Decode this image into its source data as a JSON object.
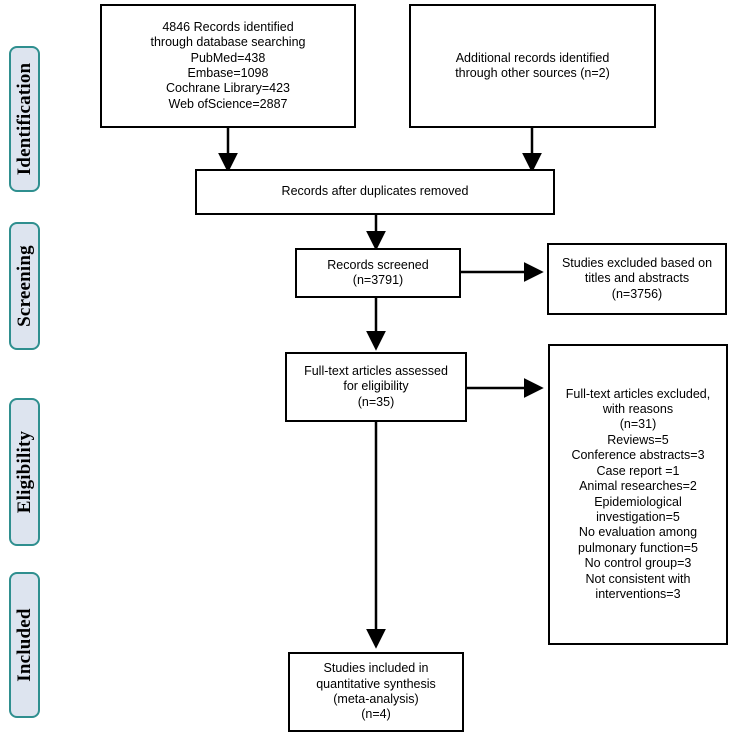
{
  "stages": {
    "identification": "Identification",
    "screening": "Screening",
    "eligibility": "Eligibility",
    "included": "Included"
  },
  "boxes": {
    "database_search": [
      "4846 Records identified",
      "through database searching",
      "PubMed=438",
      "Embase=1098",
      "Cochrane Library=423",
      "Web ofScience=2887"
    ],
    "other_sources": [
      "Additional records identified",
      "through other sources (n=2)"
    ],
    "after_duplicates": [
      "Records after duplicates removed"
    ],
    "screened": [
      "Records screened",
      "(n=3791)"
    ],
    "excluded_titles": [
      "Studies excluded based on",
      "titles and abstracts",
      "(n=3756)"
    ],
    "full_text_assessed": [
      "Full-text articles assessed",
      "for eligibility",
      "(n=35)"
    ],
    "full_text_excluded": [
      "Full-text articles excluded,",
      "with reasons",
      "(n=31)",
      "Reviews=5",
      "Conference abstracts=3",
      "Case report =1",
      "Animal researches=2",
      "Epidemiological",
      "investigation=5",
      "No evaluation among",
      "pulmonary function=5",
      "No control group=3",
      "Not consistent with",
      "interventions=3"
    ],
    "included_studies": [
      "Studies included in",
      "quantitative synthesis",
      "(meta-analysis)",
      "(n=4)"
    ]
  },
  "colors": {
    "stage_fill": "#dde4ef",
    "stage_border": "#2f8f8f",
    "box_border": "#000000"
  }
}
